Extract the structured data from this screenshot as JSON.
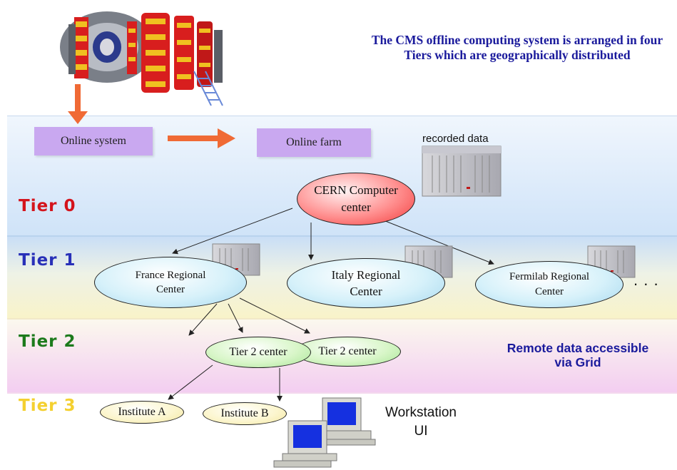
{
  "headline": "The CMS offline computing system is arranged in four Tiers which are geographically distributed",
  "tiers": {
    "t0": "Tier 0",
    "t1": "Tier 1",
    "t2": "Tier 2",
    "t3": "Tier 3"
  },
  "tier_colors": {
    "t0": "#d4141c",
    "t1": "#2830b8",
    "t2": "#1c7a1c",
    "t3": "#f4d030"
  },
  "boxes": {
    "online_system": "Online system",
    "online_farm": "Online farm"
  },
  "recorded_data": "recorded data",
  "nodes": {
    "cern_line1": "CERN Computer",
    "cern_line2": "center",
    "france_line1": "France Regional",
    "france_line2": "Center",
    "italy_line1": "Italy Regional",
    "italy_line2": "Center",
    "fermilab_line1": "Fermilab Regional",
    "fermilab_line2": "Center",
    "tier2_a": "Tier 2 center",
    "tier2_b": "Tier 2 center",
    "institute_a": "Institute A",
    "institute_b": "Institute B"
  },
  "ellipsis": ". . .",
  "remote_note_line1": "Remote data accessible",
  "remote_note_line2": "via Grid",
  "workstation_line1": "Workstation",
  "workstation_line2": "UI",
  "icons": [
    "cms-detector-icon",
    "server-rack-icon",
    "desktop-computer-icon",
    "arrow-icon"
  ]
}
